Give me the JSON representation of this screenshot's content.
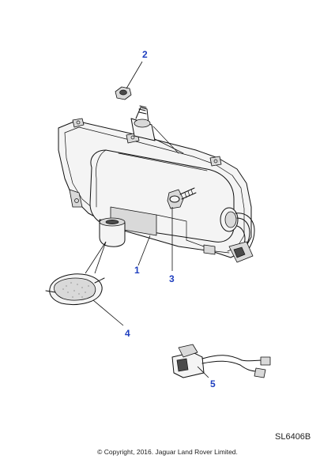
{
  "callouts": {
    "c1": "1",
    "c2": "2",
    "c3": "3",
    "c4": "4",
    "c5": "5"
  },
  "reference_code": "SL6406B",
  "copyright": "© Copyright, 2016. Jaguar Land Rover Limited."
}
